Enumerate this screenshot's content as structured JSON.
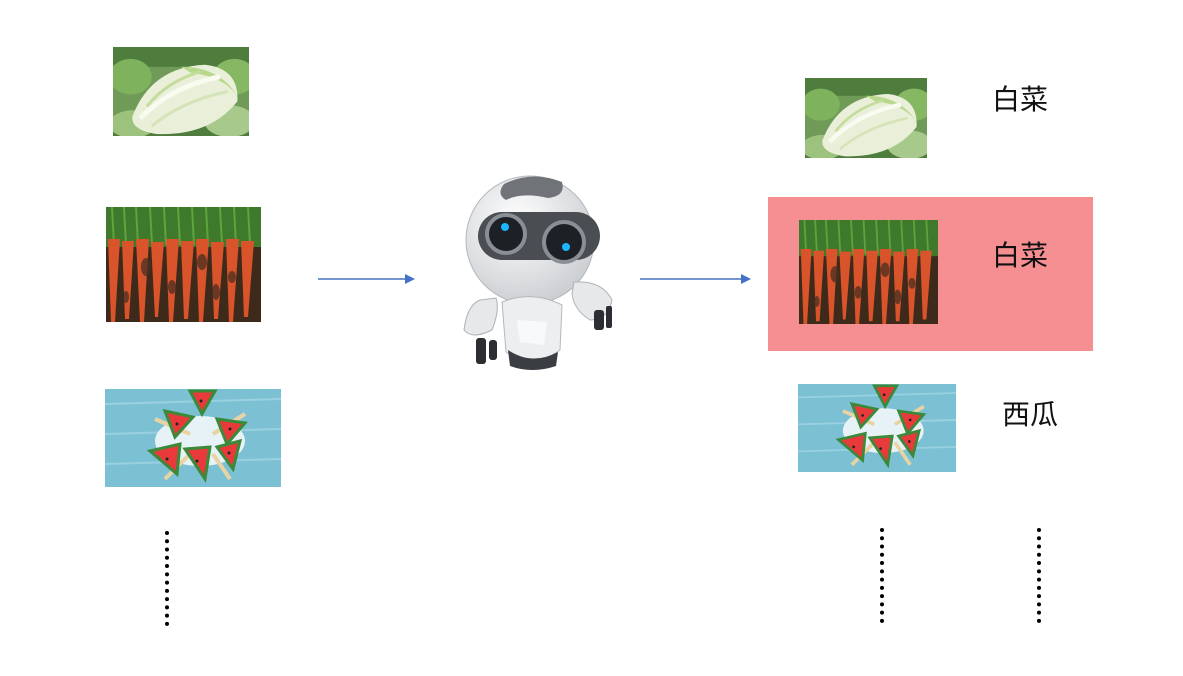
{
  "inputs": [
    {
      "icon": "cabbage-photo"
    },
    {
      "icon": "carrot-photo"
    },
    {
      "icon": "watermelon-photo"
    }
  ],
  "model": {
    "icon": "robot-icon"
  },
  "outputs": [
    {
      "icon": "cabbage-photo",
      "label": "白菜",
      "highlighted": false
    },
    {
      "icon": "carrot-photo",
      "label": "白菜",
      "highlighted": true
    },
    {
      "icon": "watermelon-photo",
      "label": "西瓜",
      "highlighted": false
    }
  ],
  "colors": {
    "arrow": "#4472c4",
    "highlight": "#f68f92",
    "dots": "#000000"
  }
}
